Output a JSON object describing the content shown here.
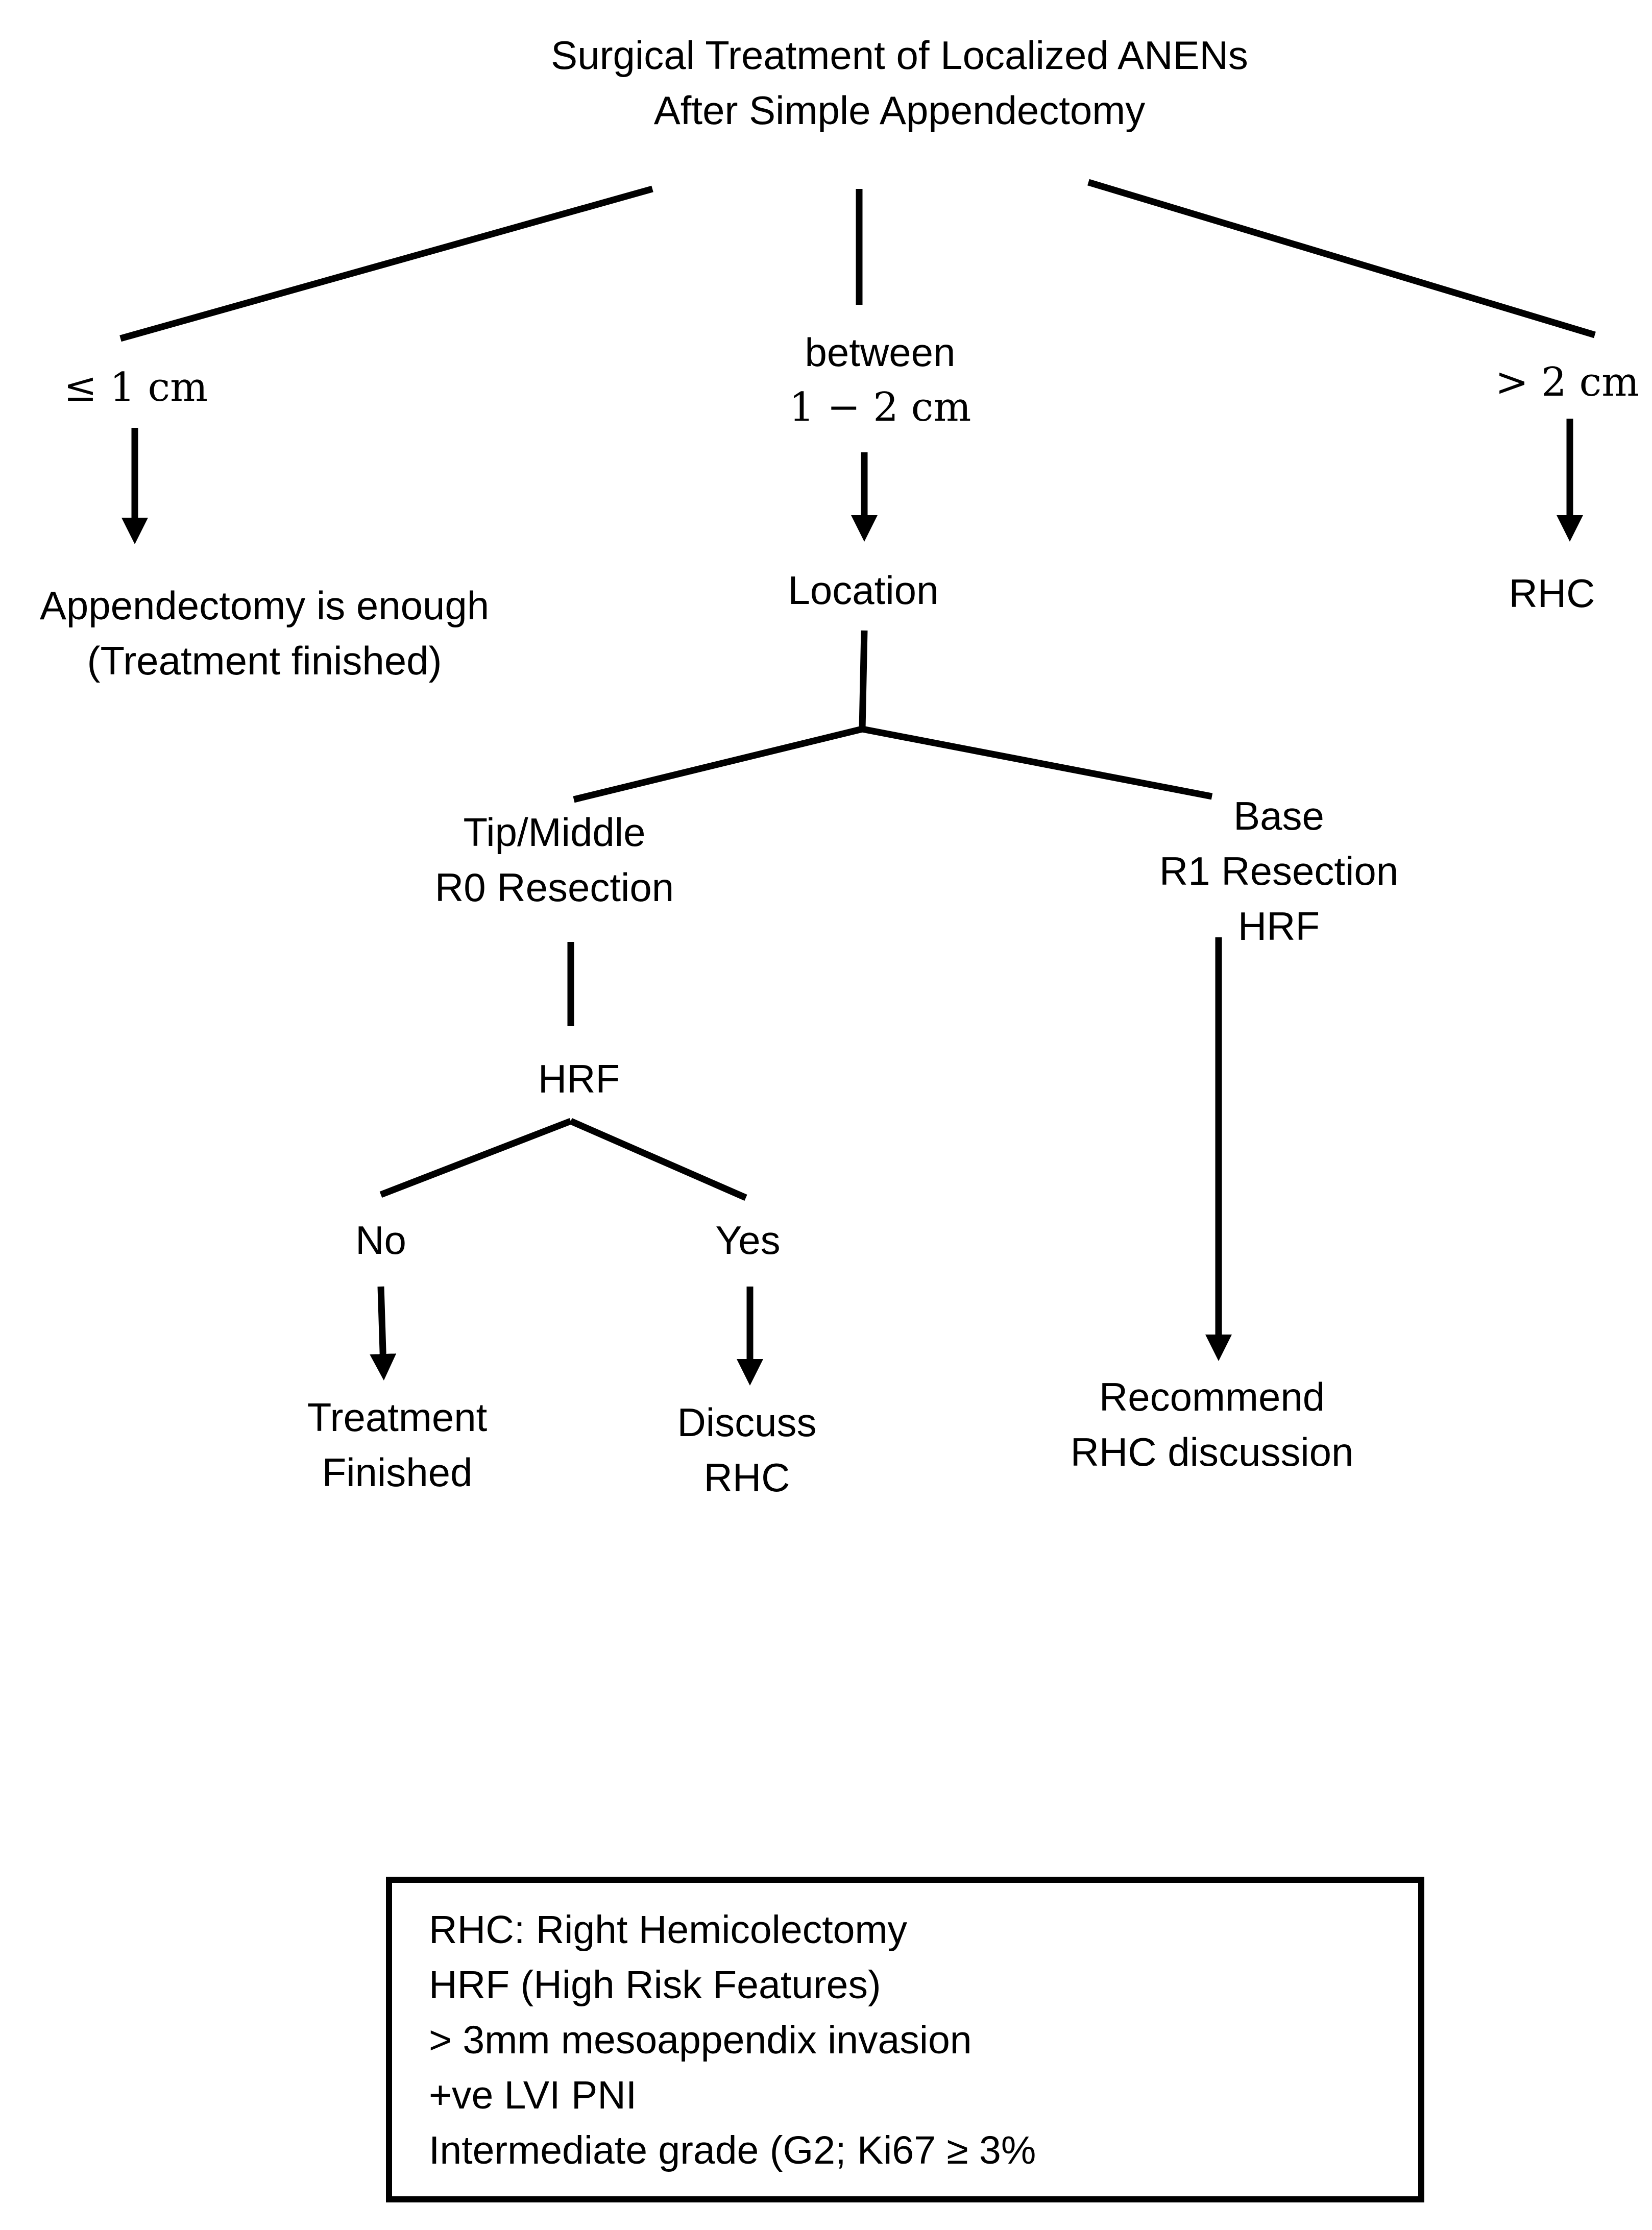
{
  "title": {
    "line1": "Surgical Treatment of Localized ANENs",
    "line2": "After Simple Appendectomy"
  },
  "branches": {
    "small": {
      "size_label": "≤ 1 cm",
      "outcome_line1": "Appendectomy is enough",
      "outcome_line2": "(Treatment finished)"
    },
    "medium": {
      "size_label_line1": "between",
      "size_label_line2": "1 − 2 cm",
      "decision": "Location"
    },
    "large": {
      "size_label": "> 2 cm",
      "outcome": "RHC"
    }
  },
  "location": {
    "tip_middle": {
      "line1": "Tip/Middle",
      "line2": "R0 Resection"
    },
    "base": {
      "line1": "Base",
      "line2": "R1 Resection",
      "line3": "HRF"
    }
  },
  "hrf_decision": {
    "label": "HRF",
    "no": {
      "label": "No",
      "outcome_line1": "Treatment",
      "outcome_line2": "Finished"
    },
    "yes": {
      "label": "Yes",
      "outcome_line1": "Discuss",
      "outcome_line2": "RHC"
    }
  },
  "base_outcome": {
    "line1": "Recommend",
    "line2": "RHC discussion"
  },
  "legend": {
    "items": [
      "RHC: Right Hemicolectomy",
      "HRF (High Risk Features)",
      "> 3mm mesoappendix invasion",
      "+ve LVI PNI",
      "Intermediate grade (G2; Ki67 ≥ 3%"
    ]
  }
}
